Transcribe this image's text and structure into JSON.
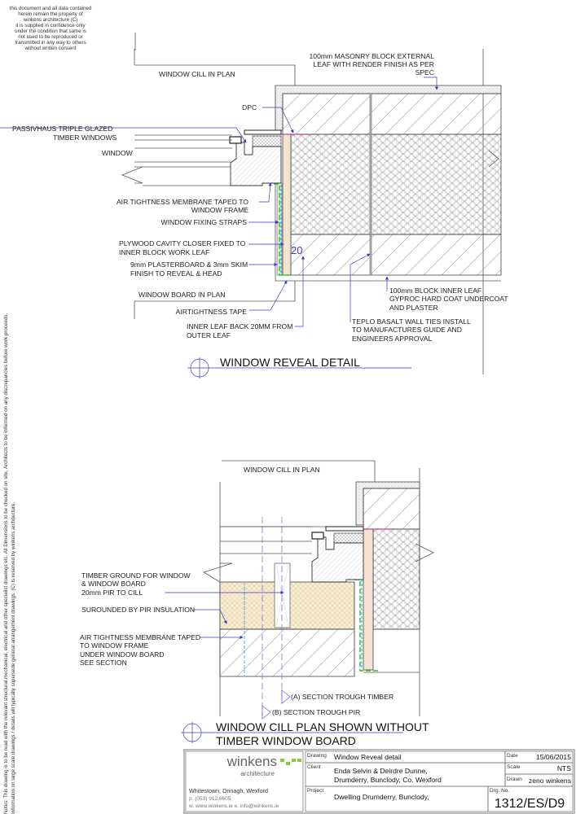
{
  "copyright_note": [
    "this document and all data contained",
    "herein remain the property of",
    "winkens architecture (C)",
    "it is supplied in confidence only",
    "under the condition that same is",
    "not used to be reproduced or",
    "transmitted in any way to others",
    "without written consent"
  ],
  "side_notes": [
    "Notes: This drawing is to be read with the relevant structural,mechanical, electrical and other specialist drawings etc. All Dimensions to be checked on site, Architects to be informed on any discrepancies before work proceeds.",
    "Information on large scale drawings / details will typically supersede general arrangement drawings.                    (C) is reserved by winkens architecture."
  ],
  "reveal_detail": {
    "title": "WINDOW REVEAL DETAIL",
    "dimension": "20",
    "labels": {
      "masonry": [
        "100mm MASONRY BLOCK EXTERNAL",
        "LEAF WITH RENDER FINISH AS PER",
        "SPEC"
      ],
      "cill": "WINDOW CILL IN PLAN",
      "dpc": "DPC",
      "passivhaus": [
        "PASSIVHAUS TRIPLE GLAZED",
        "TIMBER WINDOWS"
      ],
      "window": "WINDOW",
      "membrane": [
        "AIR TIGHTNESS MEMBRANE TAPED TO",
        "WINDOW FRAME"
      ],
      "straps": "WINDOW FIXING STRAPS",
      "plywood": [
        "PLYWOOD CAVITY CLOSER FIXED TO",
        "INNER BLOCK WORK LEAF"
      ],
      "plasterboard": [
        "9mm PLASTERBOARD & 3mm SKIM",
        "FINISH TO REVEAL & HEAD"
      ],
      "board": "WINDOW BOARD IN PLAN",
      "tape": "AIRTIGHTNESS TAPE",
      "inner_back": [
        "INNER LEAF BACK 20MM FROM",
        "OUTER LEAF"
      ],
      "inner_leaf": [
        "100mm BLOCK INNER LEAF",
        "GYPROC HARD COAT UNDERCOAT",
        "AND PLASTER"
      ],
      "ties": [
        "TEPLO BASALT WALL TIES INSTALL",
        "TO MANUFACTURES GUIDE AND",
        "ENGINEERS APPROVAL"
      ]
    }
  },
  "cill_plan": {
    "title": [
      "WINDOW CILL PLAN SHOWN WITHOUT",
      "TIMBER WINDOW BOARD"
    ],
    "labels": {
      "cill": "WINDOW CILL IN PLAN",
      "ground": [
        "TIMBER GROUND FOR WINDOW",
        "& WINDOW BOARD",
        "20mm PIR TO CILL"
      ],
      "pir": "SUROUNDED BY PIR INSULATION",
      "membrane": [
        "AIR TIGHTNESS MEMBRANE TAPED",
        "TO WINDOW FRAME",
        "UNDER WINDOW BOARD",
        "SEE SECTION"
      ],
      "section_a": "(A)   SECTION TROUGH TIMBER",
      "section_b": "(B)   SECTION TROUGH PIR"
    }
  },
  "title_block": {
    "logo_name": "winkens",
    "logo_sub": "architecture",
    "address": "Whitestown, Drinagh, Wexford",
    "phone": "p. (053) 912.6605",
    "web_email": "w. www.winkens.ie   e. info@winkens.ie",
    "drawing_key": "Drawing",
    "drawing": "Window Reveal detail",
    "client_key": "Client",
    "client": [
      "Enda Selvin & Deirdre Dunne,",
      "Drumderry,  Bunclody, Co. Wexford"
    ],
    "project_key": "Project",
    "project": "Dwelling Drumderry, Bunclody,",
    "date_key": "Date",
    "date": "15/06/2015",
    "scale_key": "Scale",
    "scale": "NTS",
    "drawn_key": "Drawn",
    "drawn": "zeno winkens",
    "drg_key": "Drg. No.",
    "drg_no": "1312/ES/D9"
  },
  "colors": {
    "leader": "#3a3ad0",
    "membrane": "#22cc22",
    "dpc": "#e0309a",
    "tape": "#1aa3e0",
    "logo_green": "#8dc63f"
  }
}
